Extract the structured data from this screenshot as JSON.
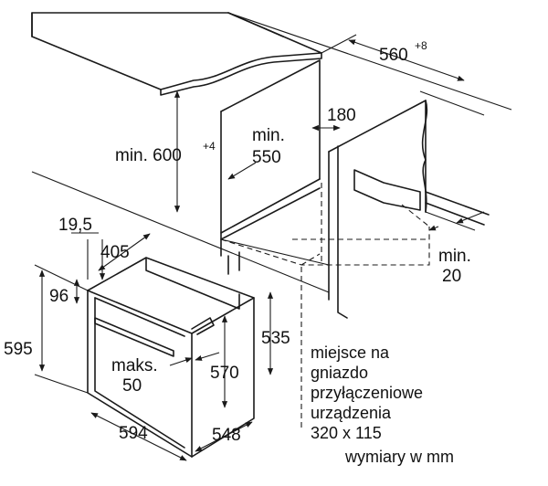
{
  "dimensions": {
    "cabinet_width": "560",
    "cabinet_width_tol": "+8",
    "gap_180": "180",
    "min_height": "min. 600",
    "min_height_tol": "+4",
    "min_depth_label": "min.",
    "min_depth_value": "550",
    "min_side_label": "min.",
    "min_side_value": "20",
    "d_19_5": "19,5",
    "d_405": "405",
    "d_96": "96",
    "d_595": "595",
    "d_535": "535",
    "d_570": "570",
    "d_594": "594",
    "d_548": "548",
    "max_label": "maks.",
    "max_value": "50"
  },
  "note": {
    "line1": "miejsce na",
    "line2": "gniazdo",
    "line3": "przyłączeniowe",
    "line4": "urządzenia",
    "line5": "320 x 115",
    "units": "wymiary w mm"
  }
}
